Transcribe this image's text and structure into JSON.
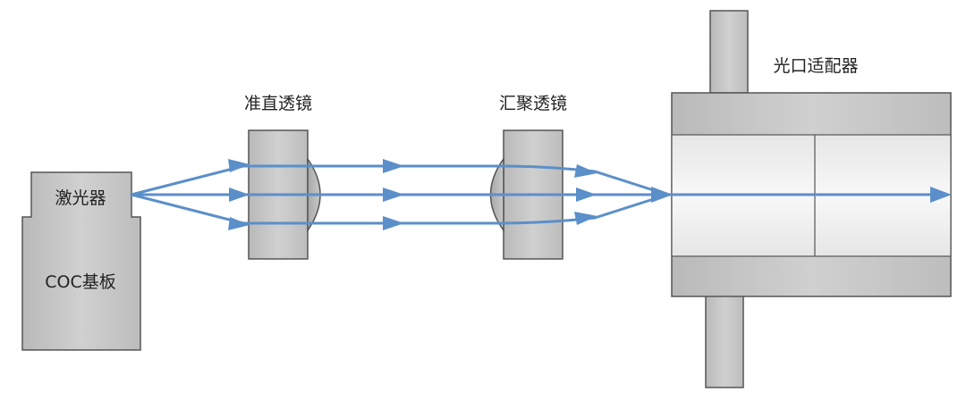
{
  "labels": {
    "laser": "激光器",
    "coc_substrate": "COC基板",
    "collimating_lens": "准直透镜",
    "focusing_lens": "汇聚透镜",
    "optical_adapter": "光口适配器"
  },
  "colors": {
    "beam": "#5b8fc9",
    "component_fill": "#c9c9c9",
    "component_stroke": "#555555",
    "lens_fill": "#b5b5b5",
    "bore_fill": "#f2f2f2"
  }
}
